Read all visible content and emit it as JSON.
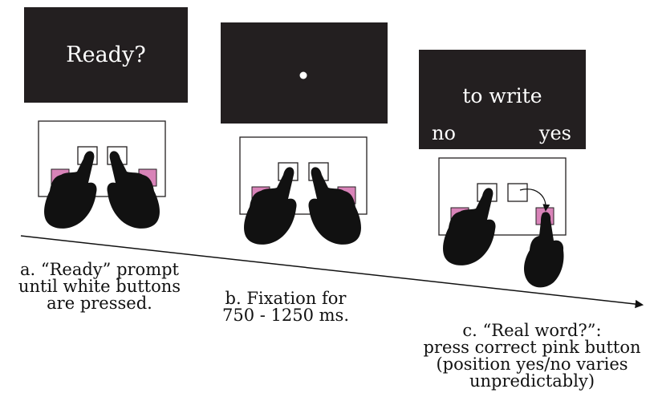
{
  "panels": [
    {
      "screen_text": "Ready?",
      "caption_lines": [
        "a. “Ready” prompt",
        "until white buttons",
        "are pressed."
      ]
    },
    {
      "screen_text": "",
      "caption_lines": [
        "b. Fixation for",
        "750 - 1250 ms."
      ]
    },
    {
      "screen_text": "to write",
      "response_left": "no",
      "response_right": "yes",
      "caption_lines": [
        "c. “Real word?”:",
        "press correct pink button",
        "(position yes/no varies",
        "unpredictably)"
      ]
    }
  ],
  "colors": {
    "screen": "#231f20",
    "button_pink": "#d883b8",
    "hand": "#111111",
    "outline": "#231f20"
  },
  "icons": {
    "hand": "hand-press-icon",
    "fixation": "fixation-dot-icon",
    "timeline": "timeline-arrow-icon",
    "move": "curved-arrow-icon"
  }
}
